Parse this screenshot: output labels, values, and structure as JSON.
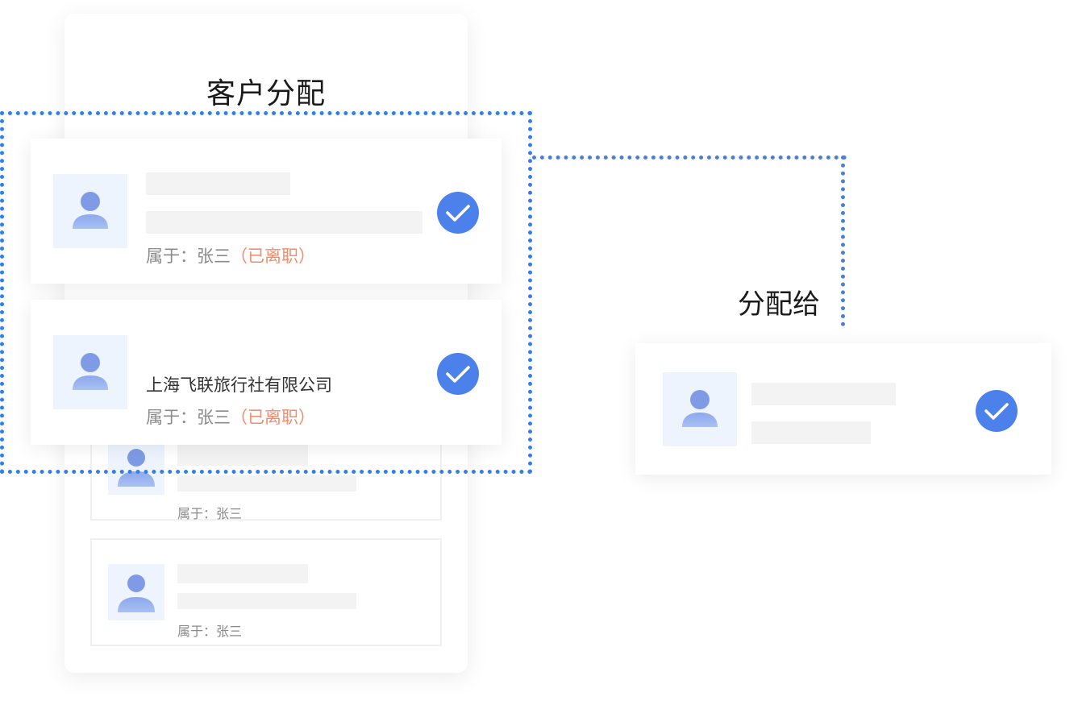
{
  "panel": {
    "title": "客户分配"
  },
  "selected_customers": [
    {
      "name": "",
      "owner_prefix": "属于：",
      "owner_name": "张三",
      "owner_status": "（已离职）",
      "selected": true
    },
    {
      "name": "上海飞联旅行社有限公司",
      "owner_prefix": "属于：",
      "owner_name": "张三",
      "owner_status": "（已离职）",
      "selected": true
    }
  ],
  "background_customers": [
    {
      "owner_label": "属于：张三"
    },
    {
      "owner_label": "属于：张三"
    }
  ],
  "assign": {
    "label": "分配给",
    "target_selected": true
  },
  "colors": {
    "accent": "#4c81ec",
    "dotted_border": "#2f80ee",
    "resigned_tag": "#f28b6d",
    "avatar_bg": "#edf4fd",
    "placeholder": "#f3f3f3"
  },
  "icons": {
    "avatar": "user-avatar-icon",
    "check": "check-circle-icon"
  }
}
